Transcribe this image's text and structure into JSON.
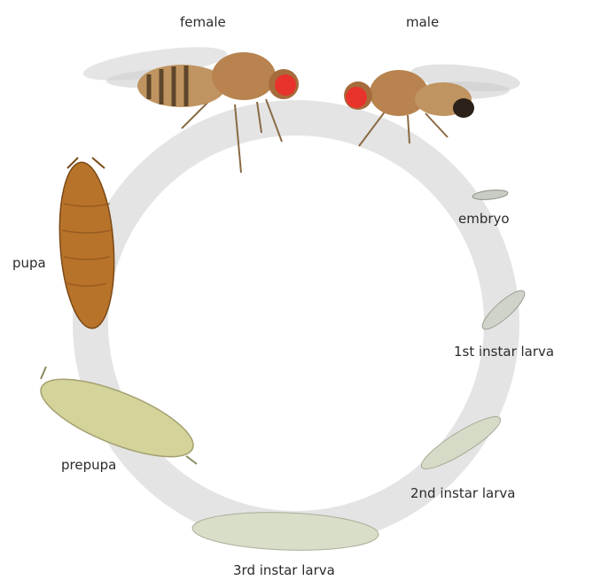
{
  "diagram": {
    "stages": [
      {
        "id": "female",
        "label": "female",
        "icon": "adult-female-fly"
      },
      {
        "id": "male",
        "label": "male",
        "icon": "adult-male-fly"
      },
      {
        "id": "embryo",
        "label": "embryo",
        "icon": "embryo"
      },
      {
        "id": "first_instar",
        "label": "1st instar larva",
        "icon": "larva"
      },
      {
        "id": "second_instar",
        "label": "2nd instar larva",
        "icon": "larva"
      },
      {
        "id": "third_instar",
        "label": "3rd instar larva",
        "icon": "larva"
      },
      {
        "id": "prepupa",
        "label": "prepupa",
        "icon": "prepupa"
      },
      {
        "id": "pupa",
        "label": "pupa",
        "icon": "pupa"
      }
    ],
    "colors": {
      "ring": "#e4e4e4",
      "fly_body": "#b98a55",
      "fly_eye": "#e8332a",
      "pupa": "#b8732a",
      "larva": "#d9dec8"
    }
  }
}
